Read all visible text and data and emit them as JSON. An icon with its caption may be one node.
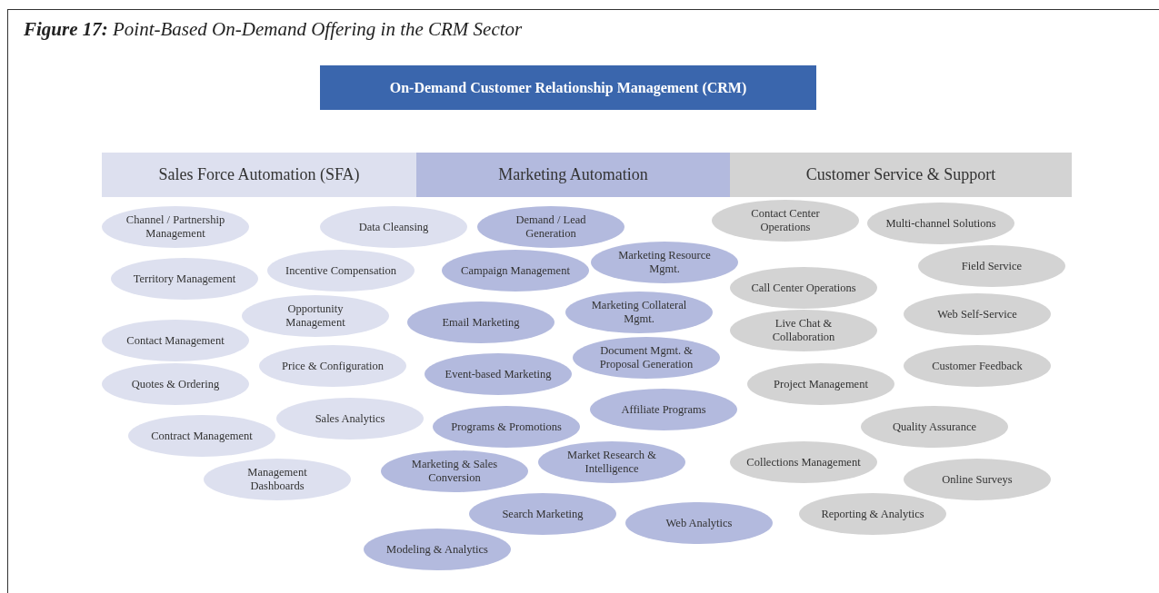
{
  "diagram": {
    "title": "**Figure 17:** Point-Based On-Demand Offering in the CRM Sector",
    "nodes": [
      {
        "text": [
          "On-Demand Customer Relationship Management (CRM)"
        ]
      },
      {
        "text": [
          "Sales Force Automation (SFA)"
        ]
      },
      {
        "text": [
          "Marketing Automation"
        ]
      },
      {
        "text": [
          "Customer Service & Support"
        ]
      },
      {
        "text": [
          "Channel / Partnership Management"
        ]
      },
      {
        "text": [
          "Data Cleansing"
        ]
      },
      {
        "text": [
          "Territory Management"
        ]
      },
      {
        "text": [
          "Incentive Compensation"
        ]
      },
      {
        "text": [
          "Opportunity Management"
        ]
      },
      {
        "text": [
          "Contact Management"
        ]
      },
      {
        "text": [
          "Price & Configuration"
        ]
      },
      {
        "text": [
          "Quotes & Ordering"
        ]
      },
      {
        "text": [
          "Sales Analytics"
        ]
      },
      {
        "text": [
          "Contract Management"
        ]
      },
      {
        "text": [
          "Management Dashboards"
        ]
      },
      {
        "text": [
          "Demand / Lead Generation"
        ]
      },
      {
        "text": [
          "Marketing Resource Mgmt."
        ]
      },
      {
        "text": [
          "Campaign Management"
        ]
      },
      {
        "text": [
          "Marketing Collateral Mgmt."
        ]
      },
      {
        "text": [
          "Email Marketing"
        ]
      },
      {
        "text": [
          "Document Mgmt. & Proposal Generation"
        ]
      },
      {
        "text": [
          "Event-based Marketing"
        ]
      },
      {
        "text": [
          "Affiliate Programs"
        ]
      },
      {
        "text": [
          "Programs & Promotions"
        ]
      },
      {
        "text": [
          "Market Research & Intelligence"
        ]
      },
      {
        "text": [
          "Marketing & Sales Conversion"
        ]
      },
      {
        "text": [
          "Search Marketing"
        ]
      },
      {
        "text": [
          "Web Analytics"
        ]
      },
      {
        "text": [
          "Modeling & Analytics"
        ]
      },
      {
        "text": [
          "Contact Center Operations"
        ]
      },
      {
        "text": [
          "Multi-channel Solutions"
        ]
      },
      {
        "text": [
          "Field Service"
        ]
      },
      {
        "text": [
          "Call Center Operations"
        ]
      },
      {
        "text": [
          "Web Self-Service"
        ]
      },
      {
        "text": [
          "Live Chat & Collaboration"
        ]
      },
      {
        "text": [
          "Customer Feedback"
        ]
      },
      {
        "text": [
          "Project Management"
        ]
      },
      {
        "text": [
          "Quality Assurance"
        ]
      },
      {
        "text": [
          "Collections Management"
        ]
      },
      {
        "text": [
          "Online Surveys"
        ]
      },
      {
        "text": [
          "Reporting & Analytics"
        ]
      }
    ]
  }
}
